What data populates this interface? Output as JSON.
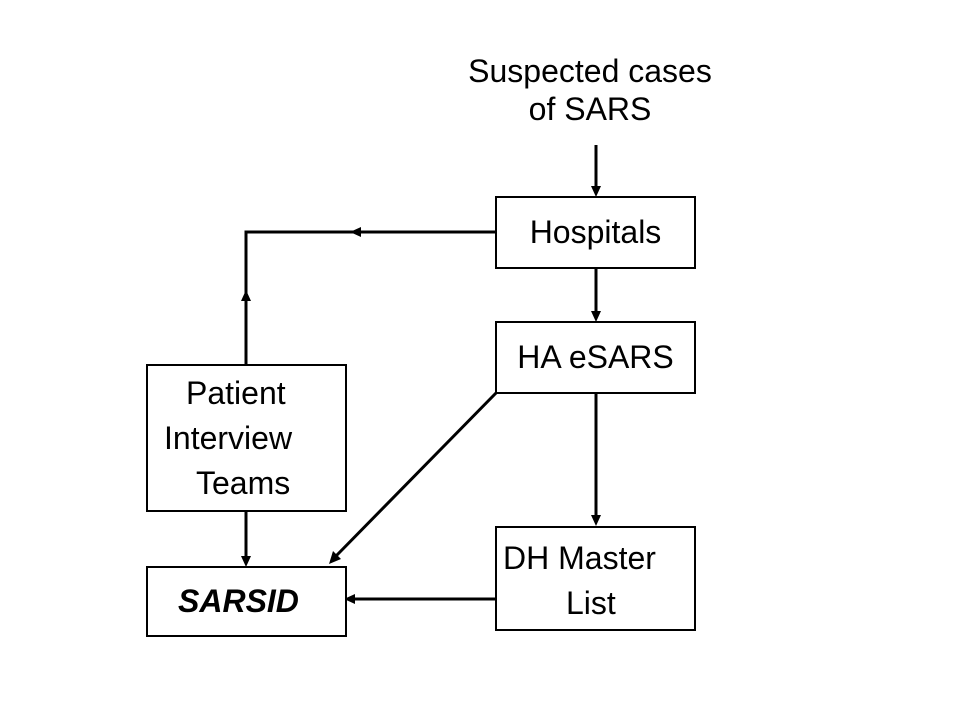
{
  "diagram": {
    "source": [
      "Suspected cases",
      "of SARS"
    ],
    "hospitals": "Hospitals",
    "ha_esars": "HA eSARS",
    "patient_interview_teams": [
      "Patient",
      "Interview",
      "Teams"
    ],
    "dh_master_list": [
      "DH Master",
      "List"
    ],
    "sarsid": "SARSID"
  }
}
